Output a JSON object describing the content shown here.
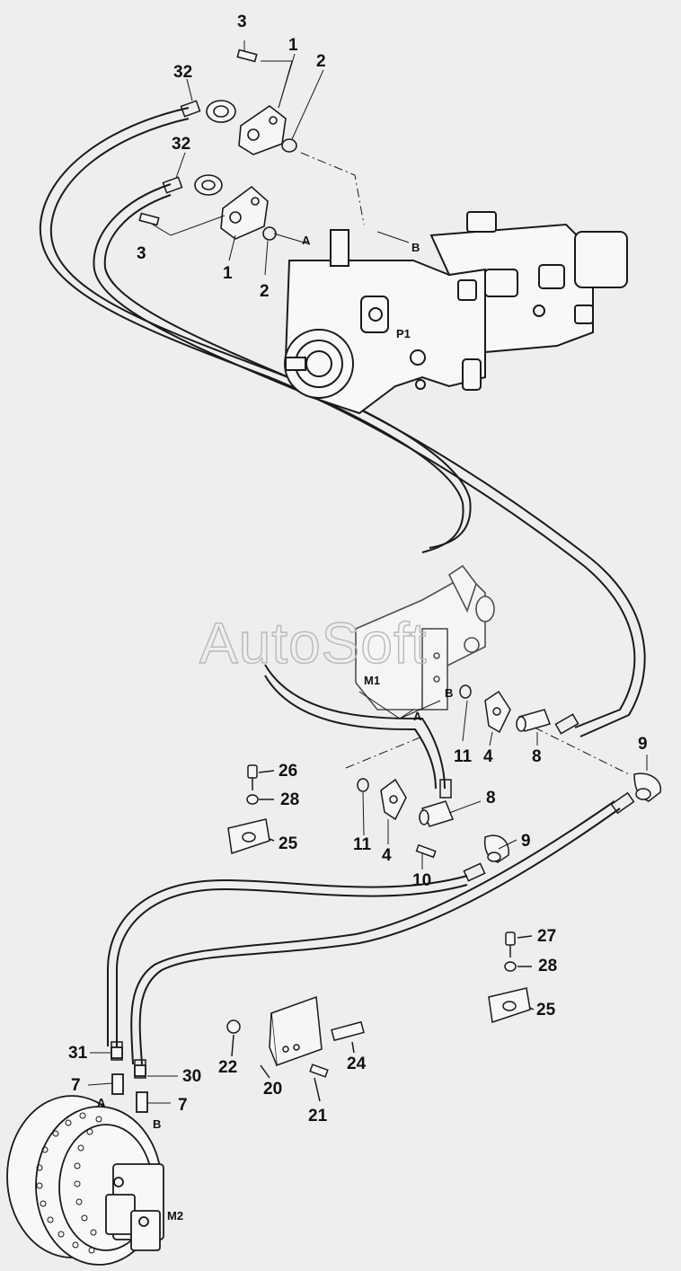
{
  "watermark": "AutoSoft",
  "components": {
    "pump": "P1",
    "motor_top": "M1",
    "motor_bottom": "M2"
  },
  "ports": {
    "a": "A",
    "b": "B"
  },
  "callouts": {
    "c1": "1",
    "c2": "2",
    "c3": "3",
    "c4": "4",
    "c7": "7",
    "c8": "8",
    "c9": "9",
    "c10": "10",
    "c11": "11",
    "c20": "20",
    "c21": "21",
    "c22": "22",
    "c24": "24",
    "c25": "25",
    "c26": "26",
    "c27": "27",
    "c28": "28",
    "c30": "30",
    "c31": "31",
    "c32": "32"
  },
  "colors": {
    "background": "#eeeeee",
    "line": "#1a1a1a",
    "watermark": "#b8b8b8"
  }
}
